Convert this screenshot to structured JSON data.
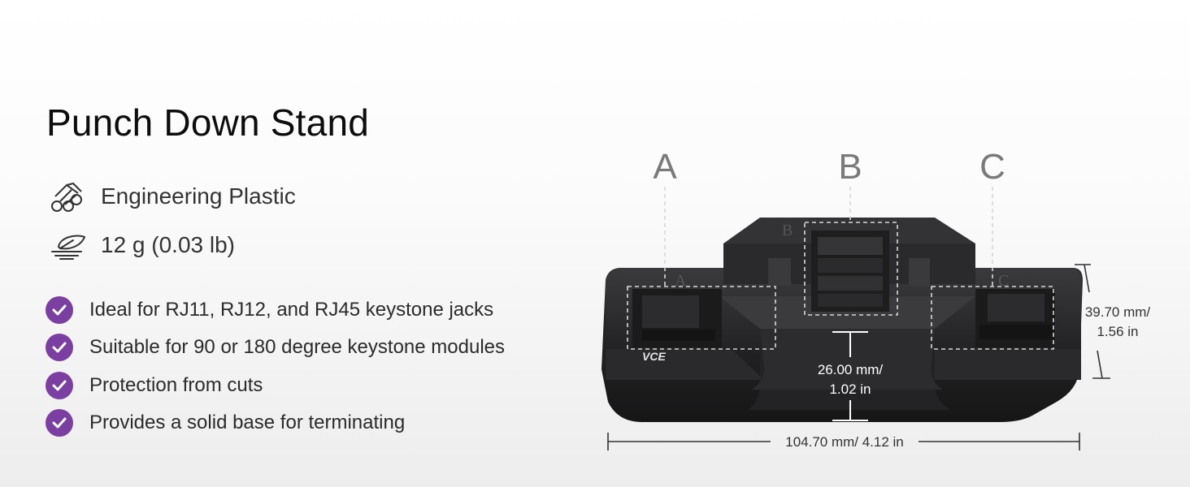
{
  "title": "Punch Down Stand",
  "specs": [
    {
      "icon": "material-icon",
      "text": "Engineering Plastic"
    },
    {
      "icon": "weight-icon",
      "text": "12 g (0.03 lb)"
    }
  ],
  "features": [
    "Ideal for RJ11, RJ12, and RJ45 keystone jacks",
    "Suitable for 90 or 180 degree keystone modules",
    "Protection from cuts",
    "Provides a solid base for terminating"
  ],
  "diagram": {
    "labels": [
      "A",
      "B",
      "C"
    ],
    "brand": "VCE",
    "dim_center_line1": "26.00 mm/",
    "dim_center_line2": "1.02 in",
    "dim_height_line1": "39.70 mm/",
    "dim_height_line2": "1.56 in",
    "dim_width": "104.70 mm/ 4.12 in"
  },
  "colors": {
    "accent": "#7a3fa0",
    "product": "#2a2a2c"
  }
}
